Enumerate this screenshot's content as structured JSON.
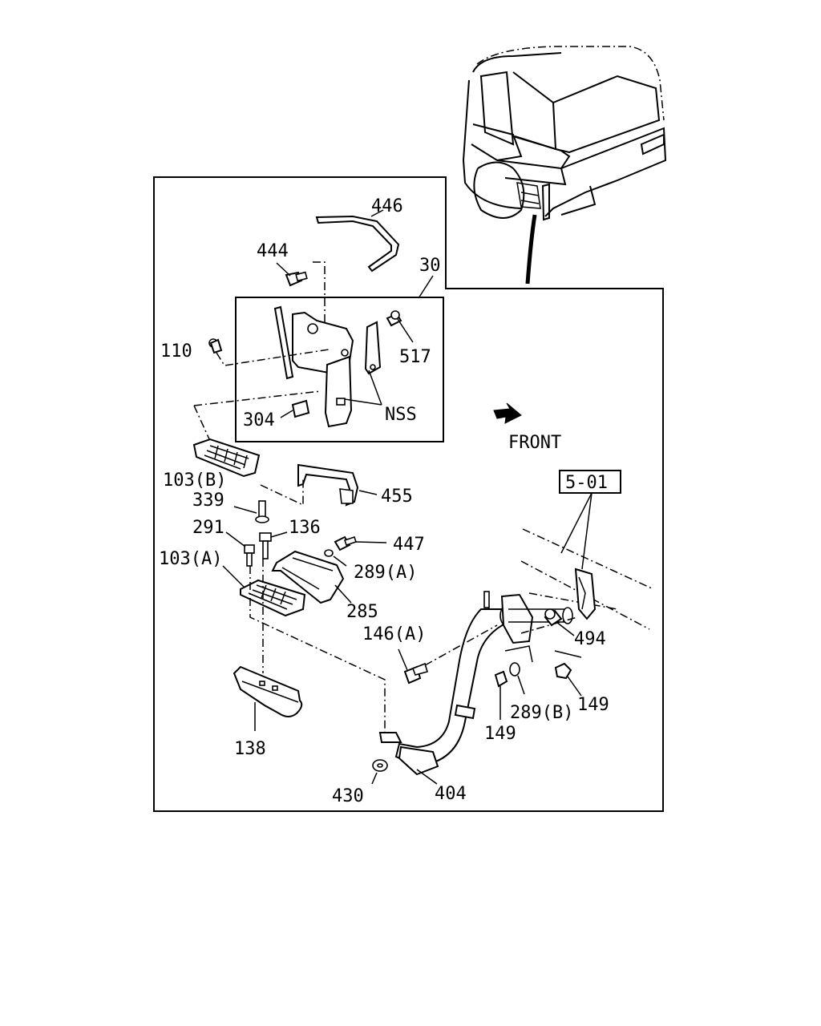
{
  "diagram": {
    "front_label": "FRONT",
    "reference_box": "5-01",
    "callouts": {
      "c446": "446",
      "c444": "444",
      "c30": "30",
      "c110": "110",
      "c517": "517",
      "c304": "304",
      "cNSS": "NSS",
      "c103b": "103(B)",
      "c455": "455",
      "c339": "339",
      "c291": "291",
      "c136": "136",
      "c447": "447",
      "c103a": "103(A)",
      "c289a": "289(A)",
      "c285": "285",
      "c146a": "146(A)",
      "c494": "494",
      "c149r": "149",
      "c289b": "289(B)",
      "c149l": "149",
      "c138": "138",
      "c430": "430",
      "c404": "404"
    },
    "icons": [
      "front-arrow-icon",
      "truck-cab-icon"
    ]
  }
}
